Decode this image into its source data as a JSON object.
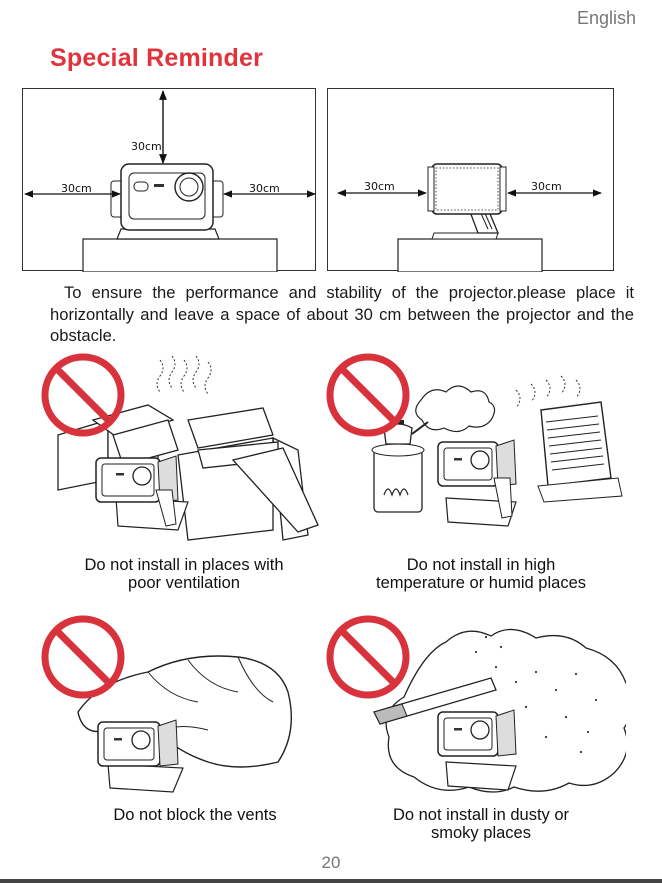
{
  "header": {
    "language": "English"
  },
  "page": {
    "title": "Special Reminder",
    "page_number": "20"
  },
  "clearance_panels": {
    "front": {
      "top_label": "30cm",
      "left_label": "30cm",
      "right_label": "30cm"
    },
    "side": {
      "left_label": "30cm",
      "right_label": "30cm"
    }
  },
  "instruction_text": "To ensure the performance and stability of the projector.please place it horizontally and leave a space of about 30 cm between the projector and the obstacle.",
  "warnings": [
    {
      "caption_line1": "Do not install in places with",
      "caption_line2": "poor ventilation"
    },
    {
      "caption_line1": "Do not install in high",
      "caption_line2": "temperature or humid places"
    },
    {
      "caption_line1": "Do not block the vents",
      "caption_line2": ""
    },
    {
      "caption_line1": "Do not install in dusty or",
      "caption_line2": "smoky places"
    }
  ],
  "colors": {
    "title": "#e0333b",
    "prohibition": "#d8323c"
  },
  "icons": [
    "prohibition-icon",
    "projector-icon",
    "heater-icon",
    "kettle-icon",
    "cigarette-icon",
    "cloth-icon",
    "boxes-icon",
    "dust-cloud-icon"
  ]
}
